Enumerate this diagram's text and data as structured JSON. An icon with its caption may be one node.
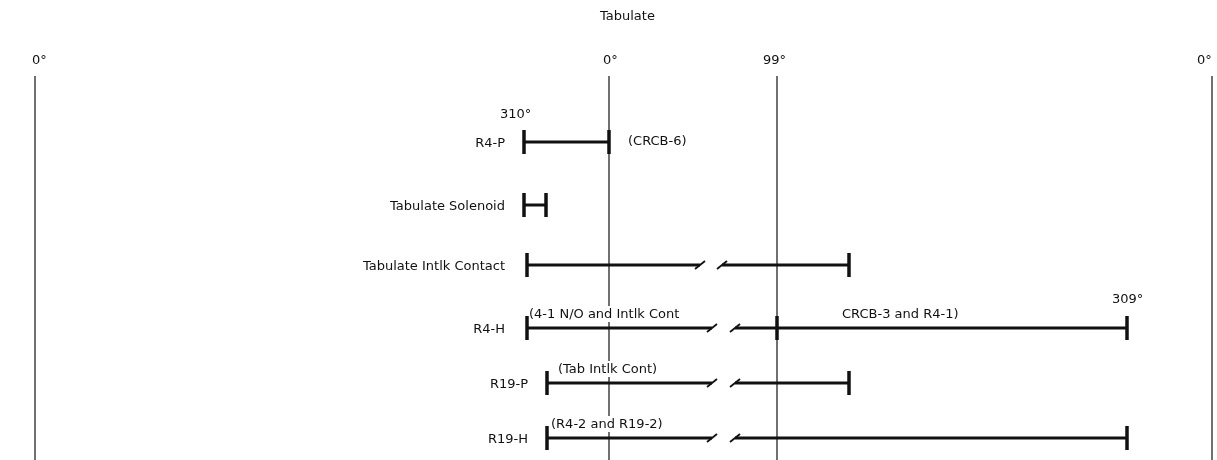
{
  "diagram": {
    "labels": [
      "Tabulate",
      "0°",
      "0°",
      "99°",
      "0°",
      "310°",
      "R4-P",
      "(CRCB-6)",
      "Tabulate Solenoid",
      "Tabulate Intlk Contact",
      "(4-1 N/O and Intlk Cont",
      "CRCB-3 and R4-1)",
      "309°",
      "R4-H",
      "(Tab Intlk Cont)",
      "R19-P",
      "(R4-2 and R19-2)",
      "R19-H"
    ]
  }
}
